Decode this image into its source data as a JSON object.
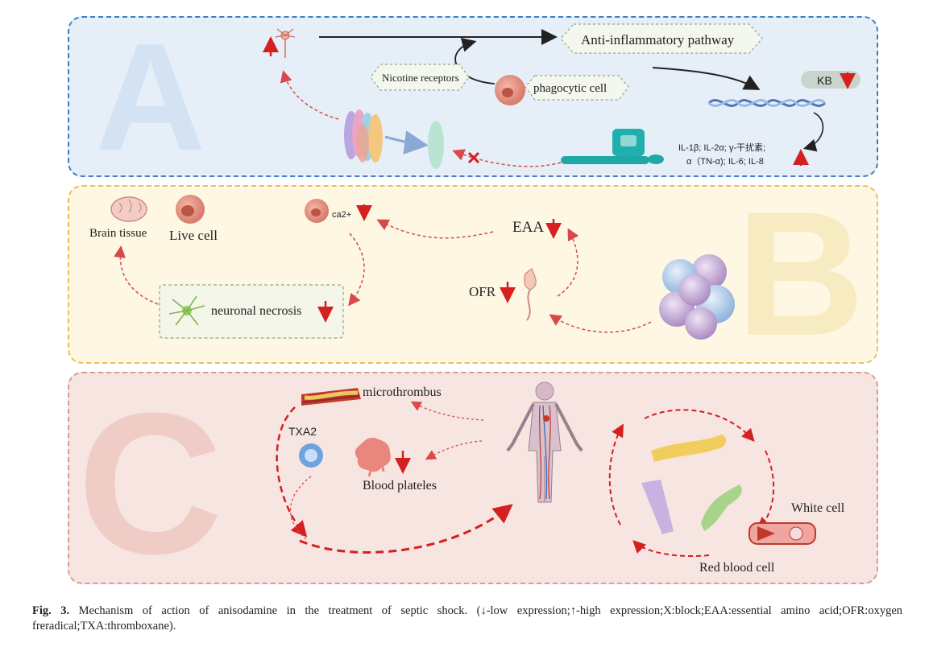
{
  "panels": {
    "a": {
      "letter": "A"
    },
    "b": {
      "letter": "B"
    },
    "c": {
      "letter": "C"
    }
  },
  "labels": {
    "anti_inflammatory": "Anti-inflammatory pathway",
    "nicotine": "Nicotine receptors",
    "phagocytic": "phagocytic cell",
    "kb": "KB",
    "cytokines_line1": "IL-1β; IL-2α; γ-干扰素;",
    "cytokines_line2": "α（TN-α); IL-6; IL-8",
    "brain_tissue": "Brain tissue",
    "live_cell": "Live cell",
    "ca2": "ca2+",
    "eaa": "EAA",
    "ofr": "OFR",
    "neuronal_necrosis": "neuronal necrosis",
    "microthrombus": "microthrombus",
    "txa2": "TXA2",
    "blood_plateles": "Blood plateles",
    "white_cell": "White cell",
    "red_blood_cell": "Red blood cell"
  },
  "colors": {
    "up_arrow": "#d42020",
    "down_arrow": "#d42020",
    "dashed_arrow": "#d84a4a"
  },
  "caption": {
    "figure_label": "Fig. 3.",
    "text": "Mechanism of action of anisodamine in the treatment of septic shock. (↓-low expression;↑-high expression;X:block;EAA:essential amino acid;OFR:oxygen freradical;TXA:thromboxane)."
  }
}
